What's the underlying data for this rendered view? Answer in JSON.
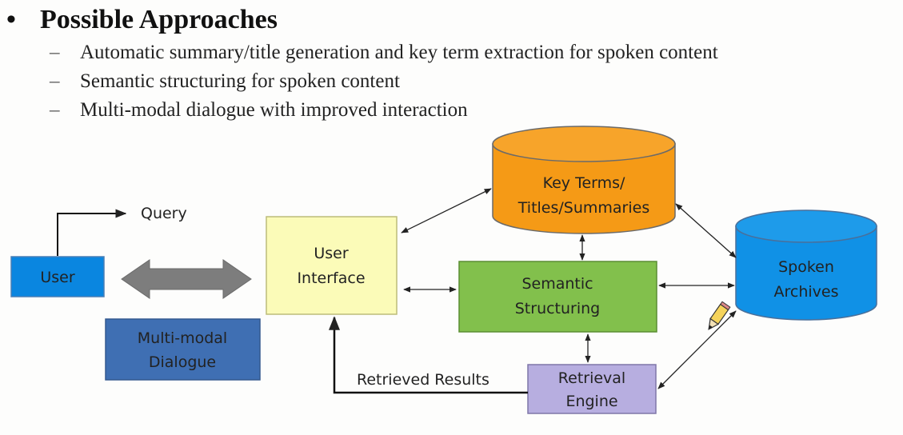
{
  "slide": {
    "heading": "Possible Approaches",
    "bullet_glyph": "•",
    "dash_glyph": "–",
    "subpoints": [
      "Automatic summary/title generation and key term extraction for spoken content",
      "Semantic structuring for spoken content",
      "Multi-modal dialogue with improved interaction"
    ]
  },
  "diagram": {
    "user": "User",
    "query": "Query",
    "multimodal": [
      "Multi-modal",
      "Dialogue"
    ],
    "user_interface": [
      "User",
      "Interface"
    ],
    "key_terms": [
      "Key Terms/",
      "Titles/Summaries"
    ],
    "semantic": [
      "Semantic",
      "Structuring"
    ],
    "archives": [
      "Spoken",
      "Archives"
    ],
    "retrieval": [
      "Retrieval",
      "Engine"
    ],
    "retrieved_results": "Retrieved Results",
    "cursor_icon": "pencil-cursor-icon"
  },
  "colors": {
    "user_box": "#0a86e0",
    "multimodal_box": "#3f6fb3",
    "ui_box": "#fbfbb8",
    "key_terms_cyl": "#f59a16",
    "semantic_box": "#82c04c",
    "archives_cyl": "#1091e6",
    "retrieval_box": "#b7aee0",
    "gray_arrow": "#7d7d7d"
  }
}
